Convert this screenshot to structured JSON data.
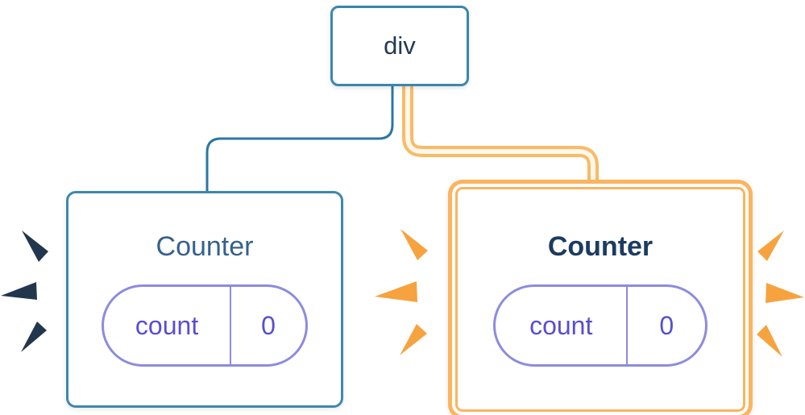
{
  "diagram": {
    "root": {
      "label": "div"
    },
    "left": {
      "title": "Counter",
      "state_key": "count",
      "state_value": "0"
    },
    "right": {
      "title": "Counter",
      "state_key": "count",
      "state_value": "0"
    }
  },
  "colors": {
    "blue_border": "#3a87ad",
    "blue_edge": "#2b77a3",
    "orange_border": "#fcb45f",
    "orange_tube": "#f9bb66",
    "edge_core": "#fff7eb",
    "dark_spark": "#22374e",
    "orange_spark": "#f6a33f",
    "purple_border": "#8d8bde",
    "purple_text": "#574fd0",
    "left_title_color": "#35618c",
    "right_title_color": "#1b3c60",
    "root_label_color": "#243a52"
  }
}
